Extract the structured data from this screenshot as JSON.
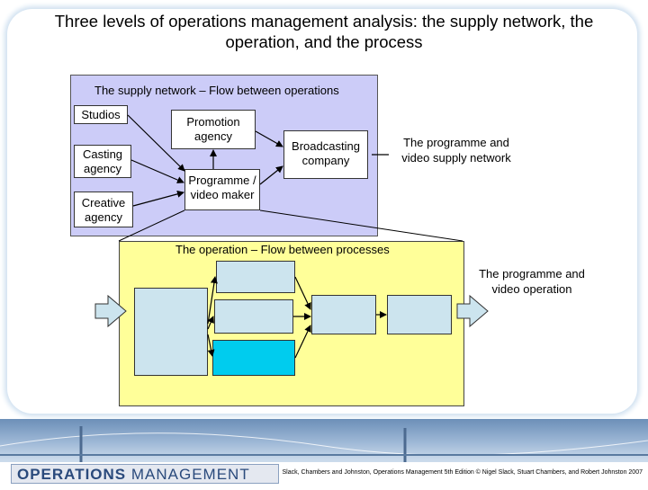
{
  "title": "Three levels of operations management analysis: the supply network, the operation, and the process",
  "supply_network": {
    "caption": "The supply network – Flow between operations",
    "nodes": {
      "studios": "Studios",
      "casting": "Casting agency",
      "creative": "Creative agency",
      "promotion": "Promotion agency",
      "programme_maker": "Programme / video maker",
      "broadcasting": "Broadcasting company"
    },
    "side_label": "The programme and video supply network"
  },
  "operation": {
    "caption": "The operation – Flow between processes",
    "side_label": "The programme and video operation"
  },
  "footer": {
    "brand_left": "OPERATIONS",
    "brand_right": "MANAGEMENT",
    "credit": "Slack, Chambers and Johnston, Operations Management 5th Edition © Nigel Slack, Stuart Chambers, and Robert Johnston 2007"
  },
  "colors": {
    "network_fill": "#ccccf8",
    "operation_fill": "#ffff99",
    "process_fill": "#cce4ee",
    "highlight_process": "#00ccee",
    "arrow_fill": "#cce4ee"
  }
}
